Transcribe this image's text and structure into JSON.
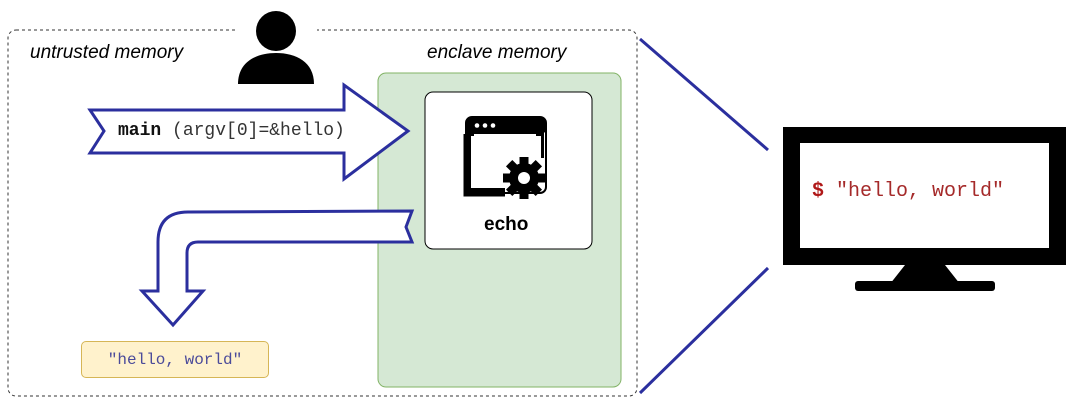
{
  "regions": {
    "untrusted_label": "untrusted memory",
    "enclave_label": "enclave memory"
  },
  "call": {
    "function_name": "main",
    "arguments": "(argv[0]=&hello)"
  },
  "enclave_app": {
    "name": "echo",
    "icon": "app-window-gear-icon"
  },
  "output": {
    "text": "\"hello, world\""
  },
  "terminal": {
    "prompt": "$",
    "text": "\"hello, world\""
  },
  "colors": {
    "arrow_stroke": "#2b2f9e",
    "enclave_fill": "#d5e8d4",
    "enclave_border": "#82b366",
    "output_fill": "#fff2cc",
    "output_border": "#d6b656",
    "terminal_text": "#a52a2a"
  },
  "icons": [
    "user-icon",
    "app-window-gear-icon",
    "monitor-icon"
  ]
}
